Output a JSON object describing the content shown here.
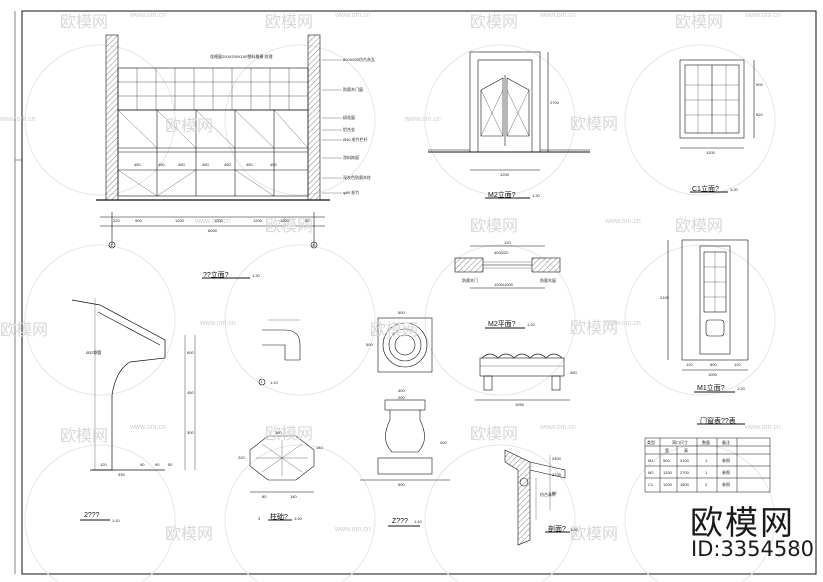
{
  "drawing": {
    "views": {
      "elevation_1": "??立面?",
      "elevation_1_scale": "1:20",
      "m2_elevation": "M2立面?",
      "m2_elevation_scale": "1:20",
      "c1_elevation": "C1立面?",
      "c1_elevation_scale": "1:20",
      "m2_plan": "M2平面?",
      "m2_plan_scale": "1:20",
      "m1_elevation": "M1立面?",
      "m1_elevation_scale": "1:20",
      "detail_1": "1",
      "detail_1_scale": "1:10",
      "detail_2": "2???",
      "detail_2_scale": "1:10",
      "column_base": "柱础?",
      "column_base_scale": "1:20",
      "detail_3": "3",
      "detail_4": "Z???",
      "detail_4_scale": "1:10",
      "detail_5": "剖面?",
      "detail_5_scale": "1:20",
      "table_title": "门窗表??表"
    },
    "dimensions": {
      "elev_total": "6000",
      "elev_segs": [
        "220",
        "900",
        "1200",
        "1200",
        "1200",
        "1200",
        "80"
      ],
      "elev_panels": [
        "450",
        "450",
        "450",
        "450",
        "450",
        "450",
        "450"
      ],
      "m2_width": "1200",
      "m2_height": "2700",
      "c1_width": "1200",
      "c1_h1": "900",
      "c1_h2": "820",
      "m2p_dims": [
        "120",
        "400/220",
        "1200/1000"
      ],
      "m1_height": "2100",
      "m1_width": "1000",
      "m1_dims": [
        "120",
        "800",
        "120"
      ],
      "colbase_w": "500",
      "colbase_h": "500",
      "colbase_w2": "400",
      "colbase_w3": "200",
      "colbase_h2": "400",
      "colbase_w4": "500",
      "bench_w": "1050",
      "bench_h": "450",
      "roof_dims": [
        "600",
        "450",
        "300"
      ],
      "d2_dims": [
        "160",
        "220",
        "140",
        "80",
        "140"
      ],
      "d4_dims": [
        "120",
        "330",
        "90",
        "90",
        "50"
      ],
      "sec_dims": [
        "2400",
        "2100",
        "60"
      ]
    },
    "notes": [
      "花格窗200X200X100塑料格栅 纹理",
      "800X600仿古灰瓦",
      "防腐木门窗",
      "棂花窗",
      "铝合金",
      "Ø40 毛竹栏杆",
      "涂料饰面",
      "深灰色防腐木柱",
      "φ80 毛竹",
      "防腐木门",
      "防腐木窗",
      "Ø32钢管",
      "仿古青砖"
    ],
    "axis_labels": [
      "①",
      "④"
    ],
    "table": {
      "headers": [
        "类型",
        "洞口尺寸",
        "",
        "数量",
        "备注"
      ],
      "subheaders": [
        "宽",
        "高"
      ],
      "rows": [
        [
          "M1",
          "900",
          "2100",
          "1",
          "参照"
        ],
        [
          "M2",
          "1200",
          "2700",
          "1",
          "参照"
        ],
        [
          "C1",
          "1200",
          "1800",
          "2",
          "参照"
        ]
      ]
    }
  },
  "watermark": {
    "brand_cn": "欧模网",
    "url": "www.om.cn",
    "footer_brand": "欧模网",
    "footer_id": "ID:3354580"
  }
}
